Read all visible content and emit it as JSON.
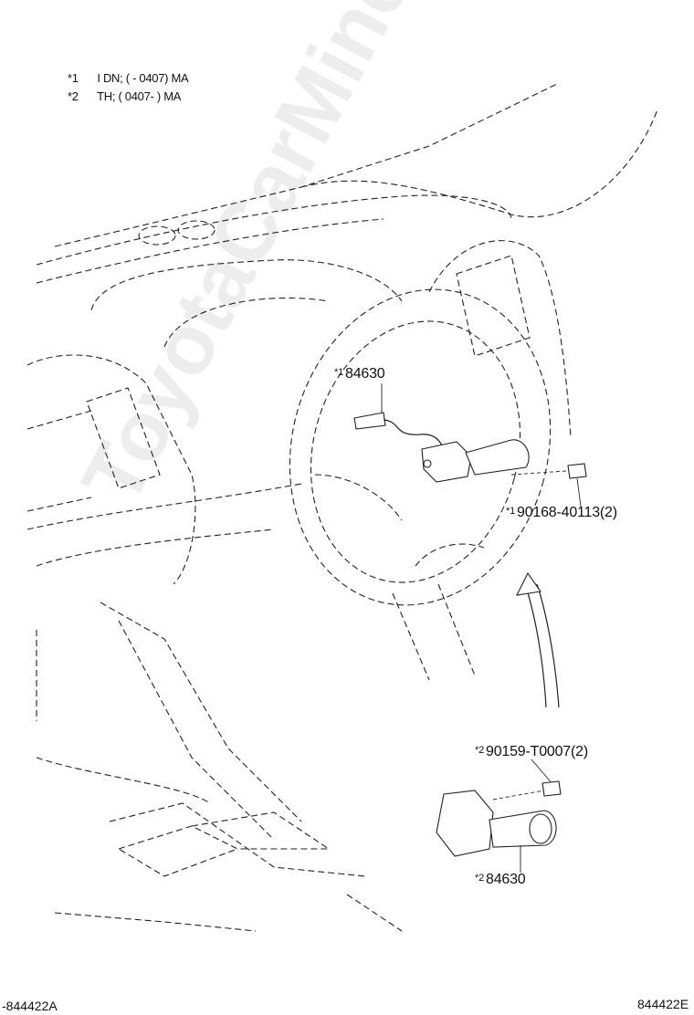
{
  "notes": [
    {
      "mark": "*1",
      "text": "I DN; (          - 0407) MA"
    },
    {
      "mark": "*2",
      "text": "TH; ( 0407-          ) MA"
    }
  ],
  "callouts": {
    "top_switch": {
      "mark": "*1",
      "part": "84630"
    },
    "top_screw": {
      "mark": "*1",
      "part": "90168-40113(2)"
    },
    "bottom_screw": {
      "mark": "*2",
      "part": "90159-T0007(2)"
    },
    "bottom_switch": {
      "mark": "*2",
      "part": "84630"
    }
  },
  "footer": {
    "left_code": "-844422A",
    "right_code": "844422E"
  },
  "watermark": "ToyotaCarMine.ru"
}
